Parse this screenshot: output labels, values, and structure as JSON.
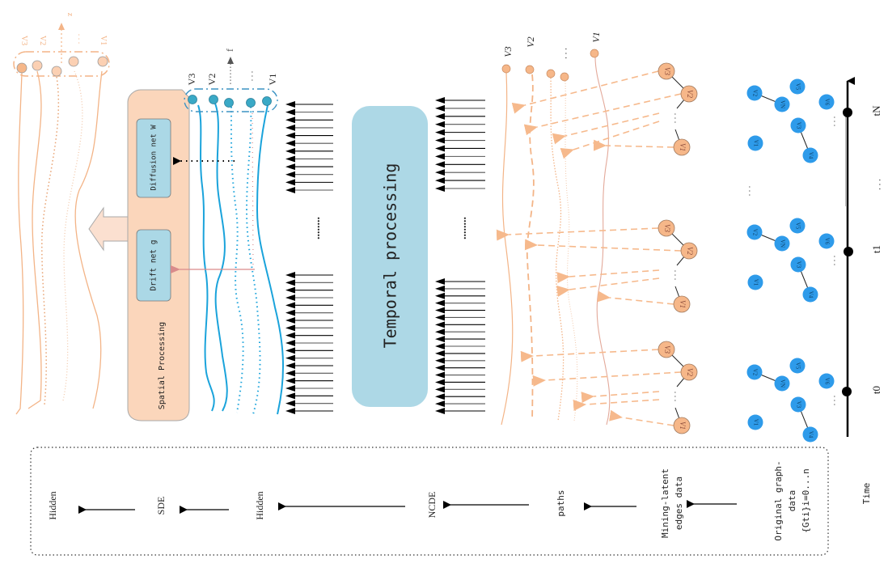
{
  "figure": {
    "orientation": "rotated-90-ccw",
    "colors": {
      "spatial_box": "#fbd6bb",
      "spatial_border": "#a9a9a9",
      "inner_box": "#abd8e6",
      "temporal_box": "#add8e6",
      "blue_path": "#1aa3db",
      "orange_path": "#f3b487",
      "orange_node": "#f6b789",
      "graph_node": "#2e9bea",
      "drift_arrow": "#d98b8b",
      "big_arrow": "#fbe0d0"
    }
  },
  "output_paths": {
    "axis_label": "z",
    "labels": [
      "V3",
      "V2",
      "V1"
    ],
    "ellipsis": ". . ."
  },
  "spatial_processing": {
    "title": "Spatial Processing",
    "diffusion_net": "Diffusion net W",
    "drift_net": "Drift net g",
    "axis_label": "f",
    "labels": [
      "V3",
      "V2",
      "V1"
    ],
    "ellipsis": ". . ."
  },
  "temporal_processing": {
    "title": "Temporal processing",
    "ellipsis": "........"
  },
  "latent_paths": {
    "labels": [
      "V3",
      "V2",
      "V1"
    ],
    "ellipsis": ". . .",
    "snapshot_nodes": [
      "V3",
      "V2",
      "V1"
    ]
  },
  "graph_snapshots": [
    {
      "time": "tN",
      "nodes": [
        "V1",
        "V2",
        "VN",
        "V3",
        "V4",
        "V5",
        "V6"
      ],
      "edges": [
        [
          "V2",
          "VN"
        ],
        [
          "V3",
          "V4"
        ]
      ]
    },
    {
      "time": "t1",
      "nodes": [
        "V1",
        "V2",
        "VN",
        "V3",
        "V4",
        "V5",
        "V6"
      ],
      "edges": [
        [
          "V2",
          "VN"
        ],
        [
          "V3",
          "V4"
        ]
      ]
    },
    {
      "time": "t0",
      "nodes": [
        "V1",
        "V2",
        "VN",
        "V3",
        "V4",
        "V5",
        "V6"
      ],
      "edges": [
        [
          "V2",
          "VN"
        ],
        [
          "V3",
          "V4"
        ]
      ]
    }
  ],
  "timeline": {
    "ticks": [
      "t0",
      "t1",
      "tN"
    ],
    "ellipsis": ". . ."
  },
  "pipeline": {
    "steps": [
      "Hidden",
      "SDE",
      "Hidden",
      "NCDE",
      "paths",
      "Mining-latent edges data",
      "Original graph-data {Gti}i=0...n"
    ],
    "step_lines": {
      "mining": [
        "Mining-latent",
        "edges data"
      ],
      "original": [
        "Original graph-",
        "data",
        "{Gti}i=0...n"
      ]
    },
    "time_label": "Time"
  }
}
